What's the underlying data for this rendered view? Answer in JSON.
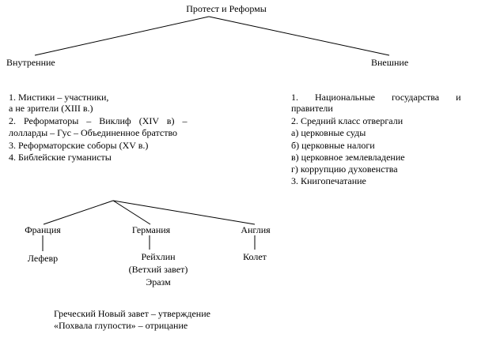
{
  "title": "Протест и Реформы",
  "internal": {
    "heading": "Внутренние",
    "items": [
      "1. Мистики – участники,",
      "а не зрители (XIII в.)",
      "2. Реформаторы – Виклиф (XIV в) –",
      "лолларды – Гус – Объединенное братство",
      "3. Реформаторские соборы (XV в.)",
      "4. Библейские гуманисты"
    ]
  },
  "external": {
    "heading": "Внешние",
    "items": [
      "1. Национальные государства и",
      "правители",
      "2. Средний класс отвергали",
      "а) церковные суды",
      "б) церковные налоги",
      "в) церковное землевладение",
      "г) коррупцию духовенства",
      "3. Книгопечатание"
    ]
  },
  "countries": [
    {
      "name": "Франция",
      "people": [
        "Лефевр"
      ]
    },
    {
      "name": "Германия",
      "people": [
        "Рейхлин",
        "(Ветхий завет)",
        "Эразм"
      ]
    },
    {
      "name": "Англия",
      "people": [
        "Колет"
      ]
    }
  ],
  "footer": [
    "Греческий Новый завет – утверждение",
    "«Похвала глупости» – отрицание"
  ]
}
